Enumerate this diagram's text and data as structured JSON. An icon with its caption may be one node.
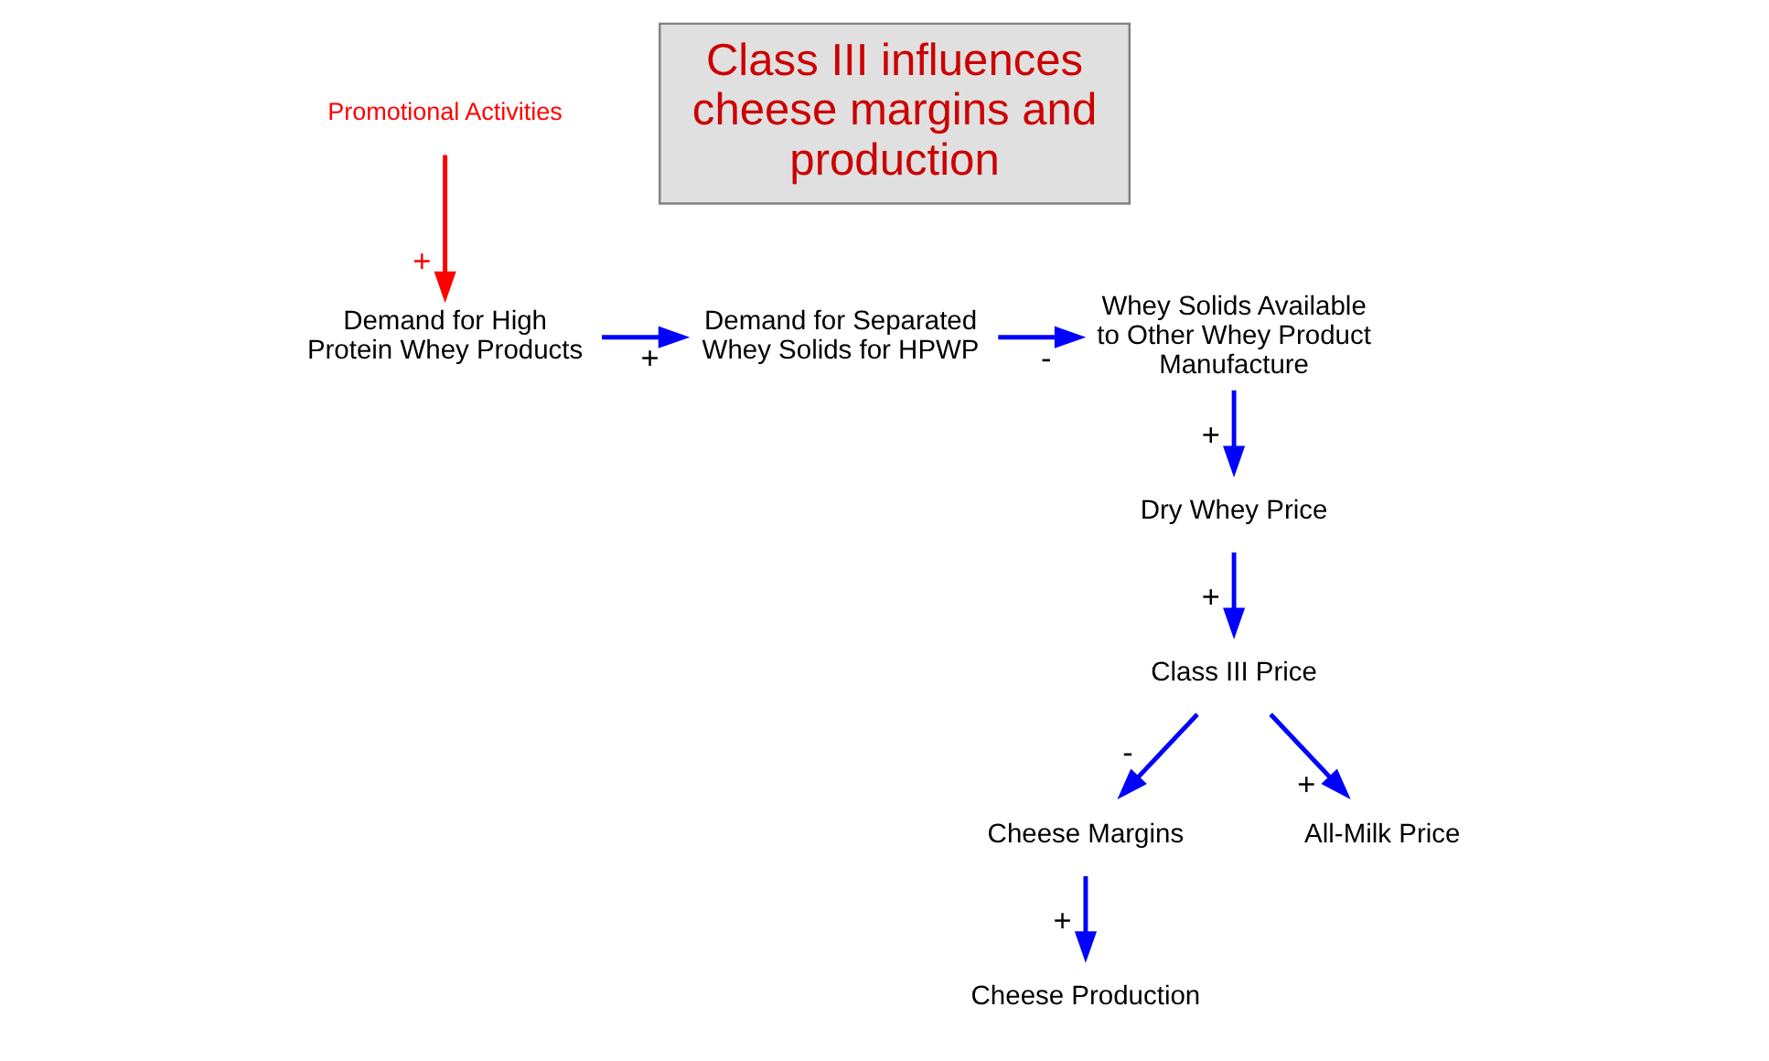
{
  "diagram": {
    "nodes": [
      {
        "text": [
          "Promotional Activities"
        ]
      },
      {
        "text": [
          "Demand for High Protein Whey Products"
        ]
      },
      {
        "text": [
          "Demand for Separated Whey Solids for HPWP"
        ]
      },
      {
        "text": [
          "Whey Solids Available to Other Whey Product Manufacture"
        ]
      },
      {
        "text": [
          "Dry Whey Price"
        ]
      },
      {
        "text": [
          "Class III Price"
        ]
      },
      {
        "text": [
          "Cheese Margins"
        ]
      },
      {
        "text": [
          "Cheese Production"
        ]
      },
      {
        "text": [
          "All-Milk Price"
        ]
      },
      {
        "text": [
          "Class III influences cheese margins and production"
        ]
      }
    ],
    "edges": [
      {
        "from": 0,
        "to": 1,
        "arrow": "to",
        "label": "+",
        "color": "#ff0000"
      },
      {
        "from": 1,
        "to": 2,
        "arrow": "to",
        "label": "+"
      },
      {
        "from": 2,
        "to": 3,
        "arrow": "to",
        "label": "-"
      },
      {
        "from": 3,
        "to": 4,
        "arrow": "to",
        "label": "+"
      },
      {
        "from": 4,
        "to": 5,
        "arrow": "to",
        "label": "+"
      },
      {
        "from": 5,
        "to": 6,
        "arrow": "to",
        "label": "-"
      },
      {
        "from": 6,
        "to": 7,
        "arrow": "to",
        "label": "+"
      },
      {
        "from": 5,
        "to": 8,
        "arrow": "to",
        "label": "+"
      }
    ]
  }
}
